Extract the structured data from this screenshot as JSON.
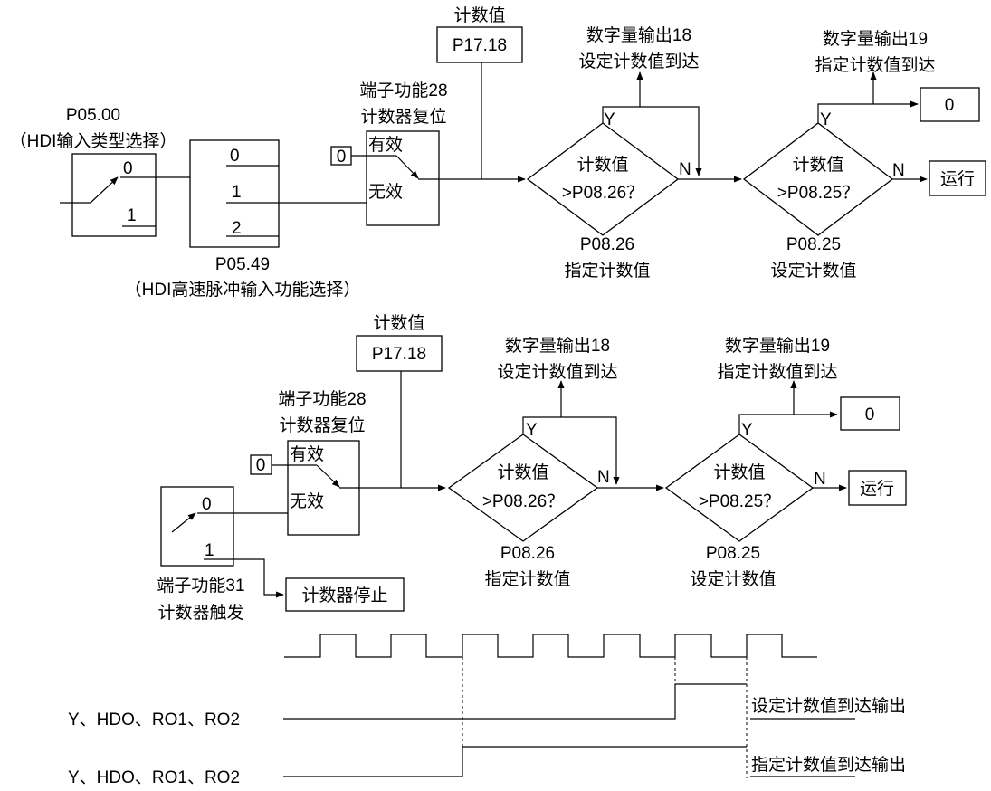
{
  "top": {
    "counter_value_title": "计数值",
    "counter_value_code": "P17.18",
    "hdi_type_code": "P05.00",
    "hdi_type_desc": "（HDI输入类型选择）",
    "hdi_type_opt0": "0",
    "hdi_type_opt1": "1",
    "pulse_func_opt0": "0",
    "pulse_func_opt1": "1",
    "pulse_func_opt2": "2",
    "pulse_func_code": "P05.49",
    "pulse_func_desc": "（HDI高速脉冲输入功能选择）",
    "reset_line1": "端子功能28",
    "reset_line2": "计数器复位",
    "reset_valid": "有效",
    "reset_invalid": "无效",
    "reset_zero": "0",
    "dec1_line1": "计数值",
    "dec1_line2": ">P08.26？",
    "dec1_code": "P08.26",
    "dec1_desc": "指定计数值",
    "dec1_y": "Y",
    "dec1_n": "N",
    "out18_line1": "数字量输出18",
    "out18_line2": "设定计数值到达",
    "dec2_line1": "计数值",
    "dec2_line2": ">P08.25？",
    "dec2_code": "P08.25",
    "dec2_desc": "设定计数值",
    "dec2_y": "Y",
    "dec2_n": "N",
    "out19_line1": "数字量输出19",
    "out19_line2": "指定计数值到达",
    "zero_box": "0",
    "run_box": "运行"
  },
  "bottom": {
    "counter_value_title": "计数值",
    "counter_value_code": "P17.18",
    "reset_line1": "端子功能28",
    "reset_line2": "计数器复位",
    "reset_valid": "有效",
    "reset_invalid": "无效",
    "reset_zero": "0",
    "switch_opt0": "0",
    "switch_opt1": "1",
    "trigger_line1": "端子功能31",
    "trigger_line2": "计数器触发",
    "stop_box": "计数器停止",
    "dec1_line1": "计数值",
    "dec1_line2": ">P08.26？",
    "dec1_code": "P08.26",
    "dec1_desc": "指定计数值",
    "dec1_y": "Y",
    "dec1_n": "N",
    "out18_line1": "数字量输出18",
    "out18_line2": "设定计数值到达",
    "dec2_line1": "计数值",
    "dec2_line2": ">P08.25？",
    "dec2_code": "P08.25",
    "dec2_desc": "设定计数值",
    "dec2_y": "Y",
    "dec2_n": "N",
    "out19_line1": "数字量输出19",
    "out19_line2": "指定计数值到达",
    "zero_box": "0",
    "run_box": "运行"
  },
  "timing": {
    "signal1_label": "Y、HDO、RO1、RO2",
    "signal2_label": "Y、HDO、RO1、RO2",
    "signal1_desc": "设定计数值到达输出",
    "signal2_desc": "指定计数值到达输出"
  }
}
